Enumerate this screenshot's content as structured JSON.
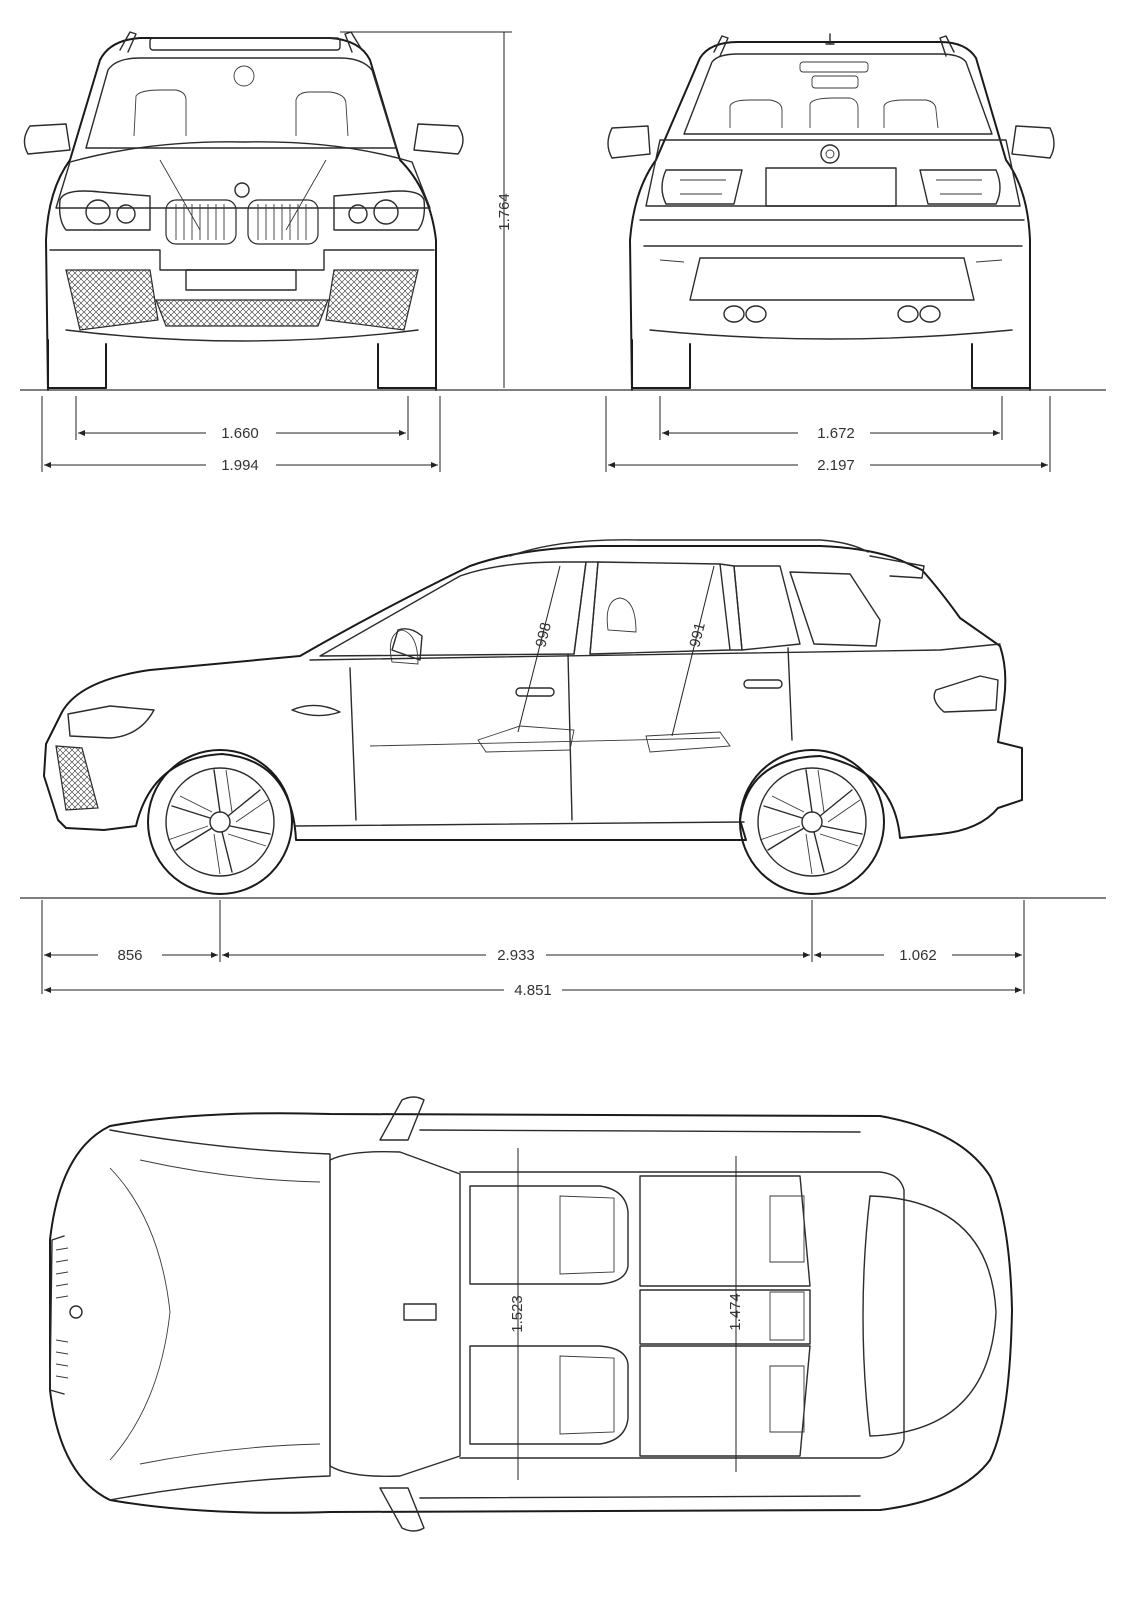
{
  "colors": {
    "line": "#2b2b2b",
    "background": "#ffffff",
    "dimension_text": "#333333"
  },
  "front_view": {
    "height": "1.764",
    "front_track": "1.660",
    "width": "1.994"
  },
  "rear_view": {
    "rear_track": "1.672",
    "width_with_mirrors": "2.197"
  },
  "side_view": {
    "front_overhang": "856",
    "wheelbase": "2.933",
    "rear_overhang": "1.062",
    "overall_length": "4.851",
    "front_headroom": "998",
    "rear_headroom": "991"
  },
  "top_view": {
    "front_interior_width": "1.523",
    "rear_interior_width": "1.474"
  }
}
